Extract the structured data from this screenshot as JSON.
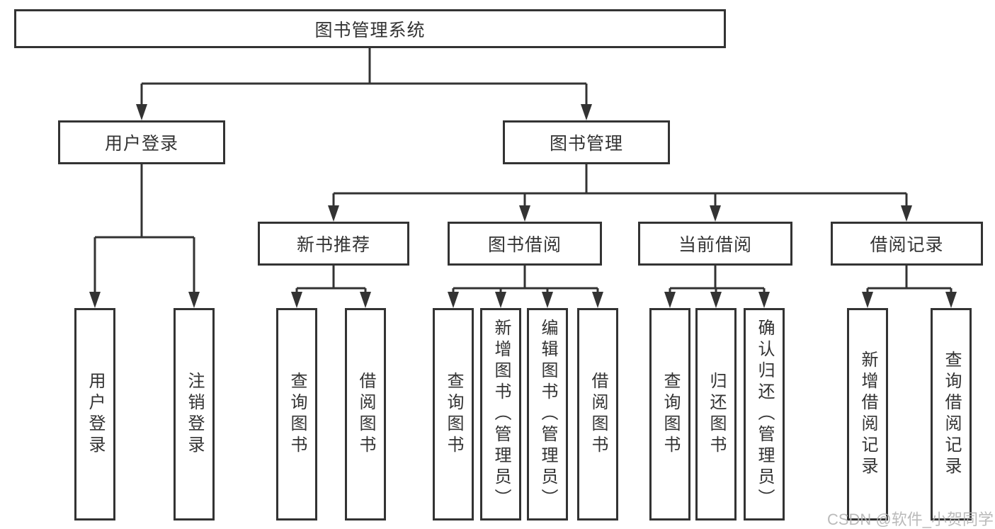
{
  "diagram": {
    "root": {
      "label": "图书管理系统"
    },
    "branches": [
      {
        "label": "用户登录",
        "children": [
          "用户登录",
          "注销登录"
        ]
      },
      {
        "label": "图书管理",
        "sections": [
          {
            "label": "新书推荐",
            "children": [
              "查询图书",
              "借阅图书"
            ]
          },
          {
            "label": "图书借阅",
            "children": [
              "查询图书",
              "新增图书（管理员）",
              "编辑图书（管理员）",
              "借阅图书"
            ]
          },
          {
            "label": "当前借阅",
            "children": [
              "查询图书",
              "归还图书",
              "确认归还（管理员）"
            ]
          },
          {
            "label": "借阅记录",
            "children": [
              "新增借阅记录",
              "查询借阅记录"
            ]
          }
        ]
      }
    ]
  },
  "watermark": {
    "text": "CSDN @软件_小贺同学"
  },
  "colors": {
    "line": "#333333",
    "border": "#333333",
    "text": "#333333",
    "background": "#ffffff",
    "watermark": "#b3b3b3"
  }
}
